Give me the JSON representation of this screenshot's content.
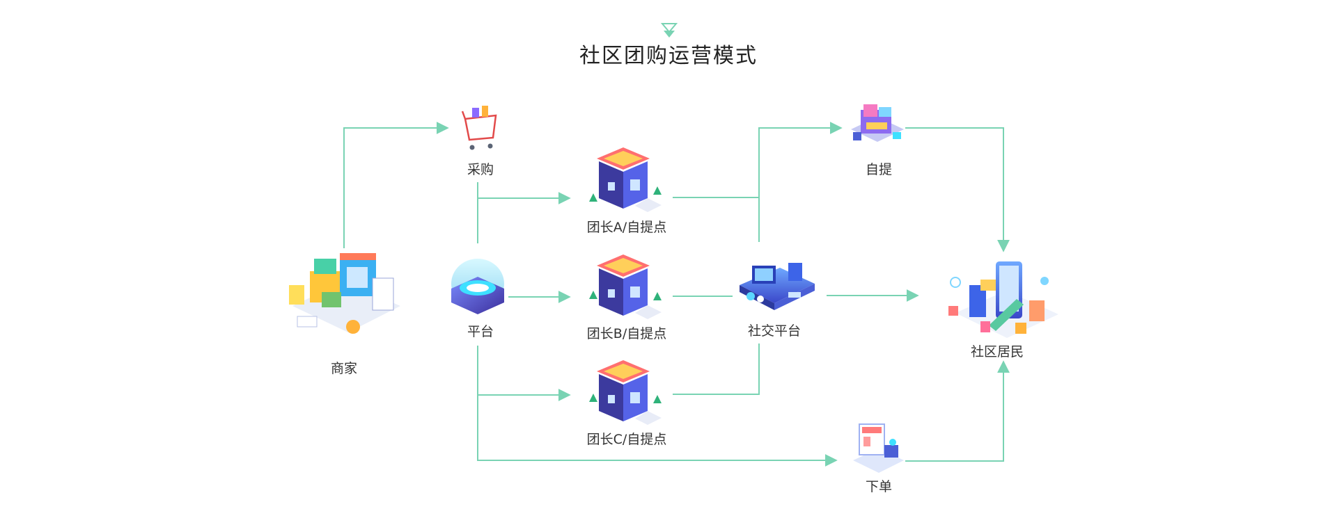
{
  "title": "社区团购运营模式",
  "accent_color": "#79d3b3",
  "nodes": {
    "merchant": {
      "label": "商家",
      "icon": "storefront-icon"
    },
    "purchase": {
      "label": "采购",
      "icon": "shopping-cart-icon"
    },
    "platform": {
      "label": "平台",
      "icon": "platform-hologram-icon"
    },
    "leader_a": {
      "label": "团长A/自提点",
      "icon": "shop-building-icon"
    },
    "leader_b": {
      "label": "团长B/自提点",
      "icon": "shop-building-icon"
    },
    "leader_c": {
      "label": "团长C/自提点",
      "icon": "shop-building-icon"
    },
    "social": {
      "label": "社交平台",
      "icon": "social-media-platform-icon"
    },
    "pickup": {
      "label": "自提",
      "icon": "pickup-store-icon"
    },
    "order": {
      "label": "下单",
      "icon": "online-order-icon"
    },
    "residents": {
      "label": "社区居民",
      "icon": "community-residents-icon"
    }
  }
}
